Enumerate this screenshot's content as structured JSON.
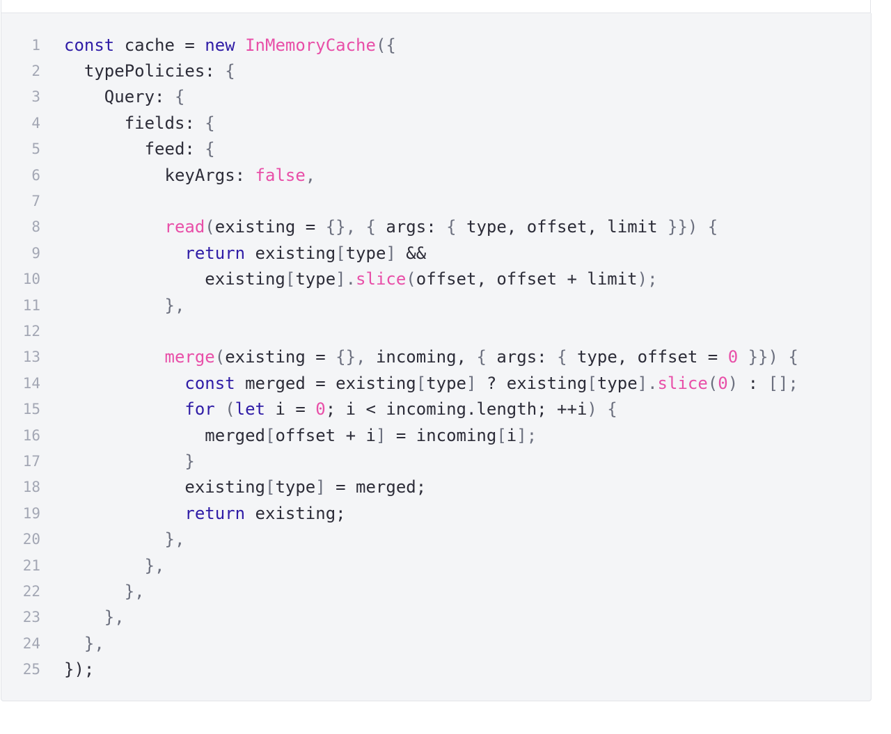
{
  "code": {
    "lines": [
      {
        "n": "1",
        "tokens": [
          {
            "t": "const",
            "c": "k"
          },
          {
            "t": " cache = ",
            "c": "t"
          },
          {
            "t": "new",
            "c": "k"
          },
          {
            "t": " ",
            "c": "t"
          },
          {
            "t": "InMemoryCache",
            "c": "f"
          },
          {
            "t": "({",
            "c": "p"
          }
        ]
      },
      {
        "n": "2",
        "tokens": [
          {
            "t": "  typePolicies: ",
            "c": "t"
          },
          {
            "t": "{",
            "c": "p"
          }
        ]
      },
      {
        "n": "3",
        "tokens": [
          {
            "t": "    Query: ",
            "c": "t"
          },
          {
            "t": "{",
            "c": "p"
          }
        ]
      },
      {
        "n": "4",
        "tokens": [
          {
            "t": "      fields: ",
            "c": "t"
          },
          {
            "t": "{",
            "c": "p"
          }
        ]
      },
      {
        "n": "5",
        "tokens": [
          {
            "t": "        feed: ",
            "c": "t"
          },
          {
            "t": "{",
            "c": "p"
          }
        ]
      },
      {
        "n": "6",
        "tokens": [
          {
            "t": "          keyArgs: ",
            "c": "t"
          },
          {
            "t": "false",
            "c": "n"
          },
          {
            "t": ",",
            "c": "p"
          }
        ]
      },
      {
        "n": "7",
        "tokens": []
      },
      {
        "n": "8",
        "tokens": [
          {
            "t": "          ",
            "c": "t"
          },
          {
            "t": "read",
            "c": "f"
          },
          {
            "t": "(",
            "c": "p"
          },
          {
            "t": "existing = ",
            "c": "t"
          },
          {
            "t": "{}, {",
            "c": "p"
          },
          {
            "t": " args: ",
            "c": "t"
          },
          {
            "t": "{",
            "c": "p"
          },
          {
            "t": " type, offset, limit ",
            "c": "t"
          },
          {
            "t": "}}) {",
            "c": "p"
          }
        ]
      },
      {
        "n": "9",
        "tokens": [
          {
            "t": "            ",
            "c": "t"
          },
          {
            "t": "return",
            "c": "k"
          },
          {
            "t": " existing",
            "c": "t"
          },
          {
            "t": "[",
            "c": "p"
          },
          {
            "t": "type",
            "c": "t"
          },
          {
            "t": "]",
            "c": "p"
          },
          {
            "t": " &&",
            "c": "t"
          }
        ]
      },
      {
        "n": "10",
        "tokens": [
          {
            "t": "              existing",
            "c": "t"
          },
          {
            "t": "[",
            "c": "p"
          },
          {
            "t": "type",
            "c": "t"
          },
          {
            "t": "].",
            "c": "p"
          },
          {
            "t": "slice",
            "c": "f"
          },
          {
            "t": "(",
            "c": "p"
          },
          {
            "t": "offset, offset + limit",
            "c": "t"
          },
          {
            "t": ");",
            "c": "p"
          }
        ]
      },
      {
        "n": "11",
        "tokens": [
          {
            "t": "          ",
            "c": "t"
          },
          {
            "t": "},",
            "c": "p"
          }
        ]
      },
      {
        "n": "12",
        "tokens": []
      },
      {
        "n": "13",
        "tokens": [
          {
            "t": "          ",
            "c": "t"
          },
          {
            "t": "merge",
            "c": "f"
          },
          {
            "t": "(",
            "c": "p"
          },
          {
            "t": "existing = ",
            "c": "t"
          },
          {
            "t": "{}, ",
            "c": "p"
          },
          {
            "t": "incoming, ",
            "c": "t"
          },
          {
            "t": "{",
            "c": "p"
          },
          {
            "t": " args: ",
            "c": "t"
          },
          {
            "t": "{",
            "c": "p"
          },
          {
            "t": " type, offset = ",
            "c": "t"
          },
          {
            "t": "0",
            "c": "n"
          },
          {
            "t": " }}) {",
            "c": "p"
          }
        ]
      },
      {
        "n": "14",
        "tokens": [
          {
            "t": "            ",
            "c": "t"
          },
          {
            "t": "const",
            "c": "k"
          },
          {
            "t": " merged = existing",
            "c": "t"
          },
          {
            "t": "[",
            "c": "p"
          },
          {
            "t": "type",
            "c": "t"
          },
          {
            "t": "]",
            "c": "p"
          },
          {
            "t": " ? existing",
            "c": "t"
          },
          {
            "t": "[",
            "c": "p"
          },
          {
            "t": "type",
            "c": "t"
          },
          {
            "t": "].",
            "c": "p"
          },
          {
            "t": "slice",
            "c": "f"
          },
          {
            "t": "(",
            "c": "p"
          },
          {
            "t": "0",
            "c": "n"
          },
          {
            "t": ")",
            "c": "p"
          },
          {
            "t": " : ",
            "c": "t"
          },
          {
            "t": "[];",
            "c": "p"
          }
        ]
      },
      {
        "n": "15",
        "tokens": [
          {
            "t": "            ",
            "c": "t"
          },
          {
            "t": "for",
            "c": "k"
          },
          {
            "t": " (",
            "c": "p"
          },
          {
            "t": "let",
            "c": "k"
          },
          {
            "t": " i = ",
            "c": "t"
          },
          {
            "t": "0",
            "c": "n"
          },
          {
            "t": "; i < incoming.length; ++i",
            "c": "t"
          },
          {
            "t": ") {",
            "c": "p"
          }
        ]
      },
      {
        "n": "16",
        "tokens": [
          {
            "t": "              merged",
            "c": "t"
          },
          {
            "t": "[",
            "c": "p"
          },
          {
            "t": "offset + i",
            "c": "t"
          },
          {
            "t": "]",
            "c": "p"
          },
          {
            "t": " = incoming",
            "c": "t"
          },
          {
            "t": "[",
            "c": "p"
          },
          {
            "t": "i",
            "c": "t"
          },
          {
            "t": "];",
            "c": "p"
          }
        ]
      },
      {
        "n": "17",
        "tokens": [
          {
            "t": "            ",
            "c": "t"
          },
          {
            "t": "}",
            "c": "p"
          }
        ]
      },
      {
        "n": "18",
        "tokens": [
          {
            "t": "            existing",
            "c": "t"
          },
          {
            "t": "[",
            "c": "p"
          },
          {
            "t": "type",
            "c": "t"
          },
          {
            "t": "]",
            "c": "p"
          },
          {
            "t": " = merged;",
            "c": "t"
          }
        ]
      },
      {
        "n": "19",
        "tokens": [
          {
            "t": "            ",
            "c": "t"
          },
          {
            "t": "return",
            "c": "k"
          },
          {
            "t": " existing;",
            "c": "t"
          }
        ]
      },
      {
        "n": "20",
        "tokens": [
          {
            "t": "          ",
            "c": "t"
          },
          {
            "t": "},",
            "c": "p"
          }
        ]
      },
      {
        "n": "21",
        "tokens": [
          {
            "t": "        ",
            "c": "t"
          },
          {
            "t": "},",
            "c": "p"
          }
        ]
      },
      {
        "n": "22",
        "tokens": [
          {
            "t": "      ",
            "c": "t"
          },
          {
            "t": "},",
            "c": "p"
          }
        ]
      },
      {
        "n": "23",
        "tokens": [
          {
            "t": "    ",
            "c": "t"
          },
          {
            "t": "},",
            "c": "p"
          }
        ]
      },
      {
        "n": "24",
        "tokens": [
          {
            "t": "  ",
            "c": "t"
          },
          {
            "t": "},",
            "c": "p"
          }
        ]
      },
      {
        "n": "25",
        "tokens": [
          {
            "t": "});",
            "c": "t"
          }
        ]
      }
    ]
  },
  "colors": {
    "background": "#f4f5f7",
    "keyword": "#2f1ca6",
    "function": "#e84fa8",
    "text": "#2c2c38",
    "punctuation": "#6b6f7e",
    "line_number": "#a3a7b4"
  }
}
